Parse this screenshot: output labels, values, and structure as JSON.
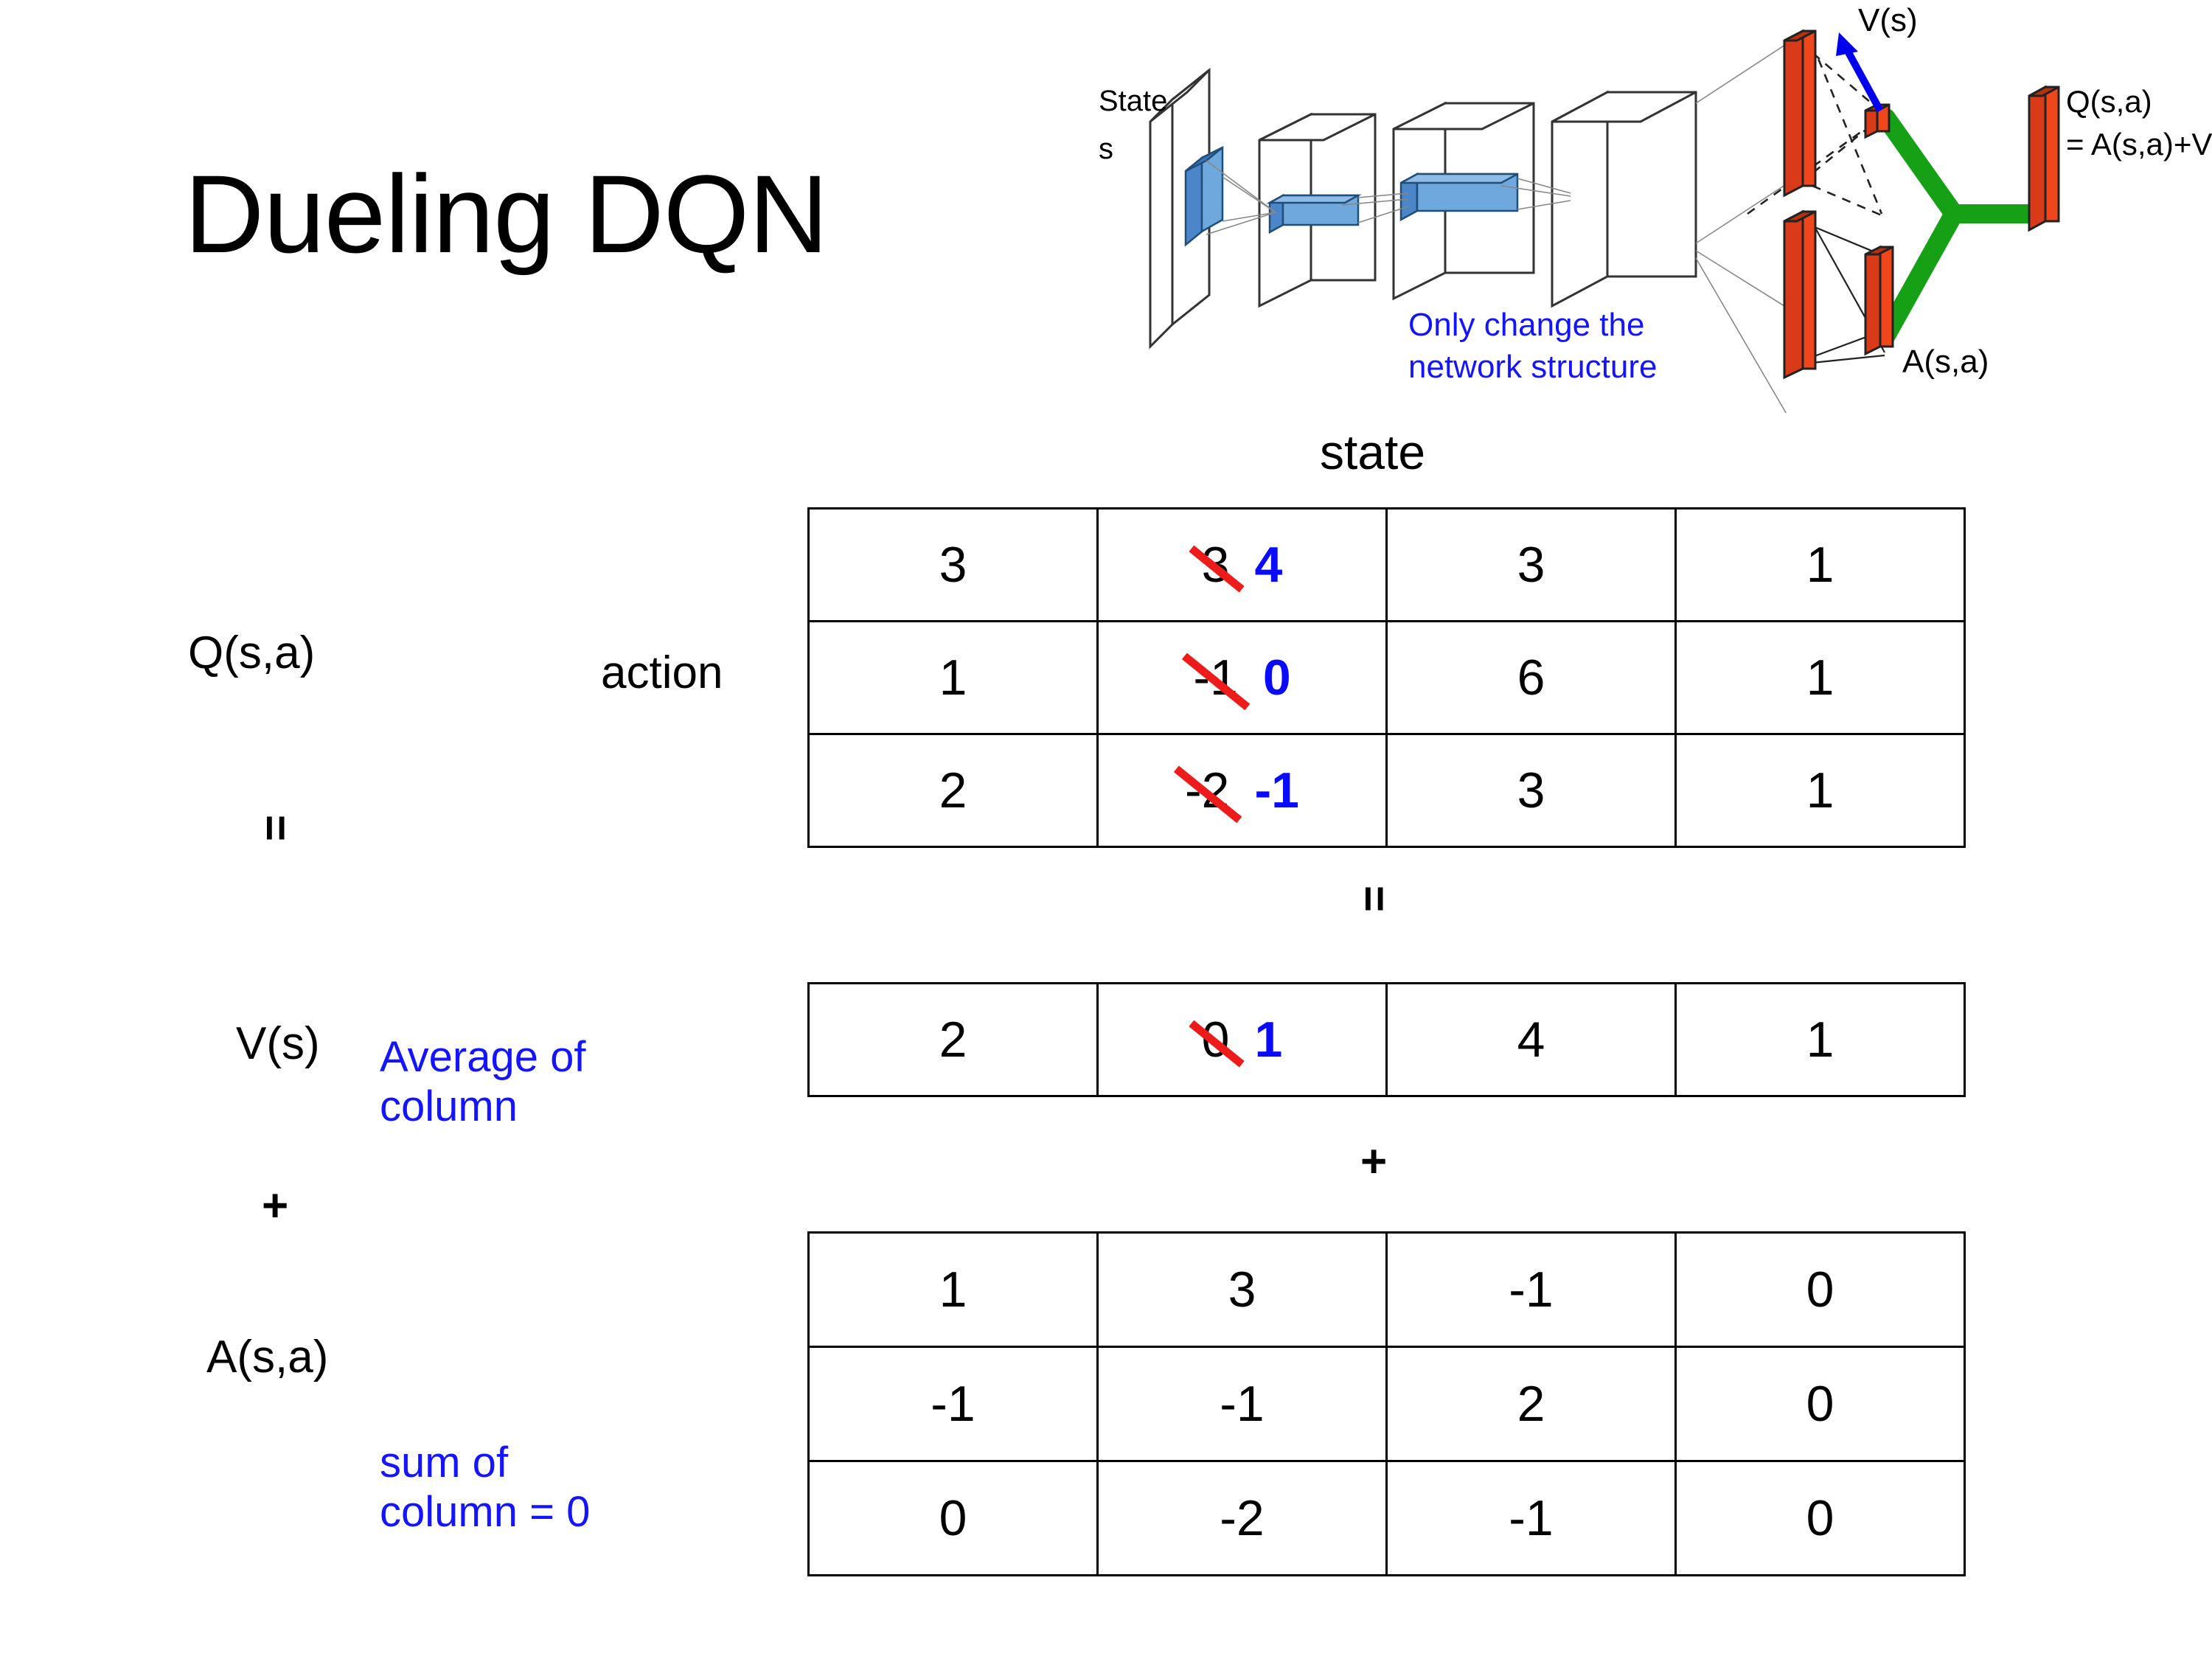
{
  "slide": {
    "title": "Dueling DQN"
  },
  "diagram": {
    "input_label_line1": "State",
    "input_label_line2": "s",
    "note": "Only change the\nnetwork structure",
    "value_stream_label": "V(s)",
    "advantage_stream_label": "A(s,a)",
    "output_label_line1": "Q(s,a)",
    "output_label_line2": "= A(s,a)+V(s)",
    "colors": {
      "note": "#1414ff",
      "arrow": "#0000ee",
      "bar": "#f03010",
      "combine": "#15a015",
      "feature": "#5b9bd5"
    }
  },
  "labels": {
    "state_axis": "state",
    "action_axis": "action",
    "q": "Q(s,a)",
    "v": "V(s)",
    "a": "A(s,a)",
    "equals": "=",
    "plus": "+"
  },
  "notes": {
    "average_of_column": "Average of\ncolumn",
    "sum_of_column": "sum of\ncolumn = 0",
    "color": "#1414ff"
  },
  "chart_data": {
    "type": "table",
    "title": "Dueling DQN",
    "xlabel": "state",
    "ylabel": "action",
    "edit_colors": {
      "strikethrough": "#ee1b1b",
      "new_value": "#0a0aff"
    },
    "tables": [
      {
        "name": "Q(s,a)",
        "rows": 3,
        "cols": 4,
        "values": [
          [
            "3",
            "3",
            "3",
            "1"
          ],
          [
            "1",
            "-1",
            "6",
            "1"
          ],
          [
            "2",
            "-2",
            "3",
            "1"
          ]
        ],
        "edits": [
          {
            "row": 0,
            "col": 1,
            "old": "3",
            "new": "4"
          },
          {
            "row": 1,
            "col": 1,
            "old": "-1",
            "new": "0"
          },
          {
            "row": 2,
            "col": 1,
            "old": "-2",
            "new": "-1"
          }
        ]
      },
      {
        "name": "V(s)",
        "rows": 1,
        "cols": 4,
        "values": [
          [
            "2",
            "0",
            "4",
            "1"
          ]
        ],
        "edits": [
          {
            "row": 0,
            "col": 1,
            "old": "0",
            "new": "1"
          }
        ]
      },
      {
        "name": "A(s,a)",
        "rows": 3,
        "cols": 4,
        "values": [
          [
            "1",
            "3",
            "-1",
            "0"
          ],
          [
            "-1",
            "-1",
            "2",
            "0"
          ],
          [
            "0",
            "-2",
            "-1",
            "0"
          ]
        ],
        "edits": []
      }
    ]
  }
}
